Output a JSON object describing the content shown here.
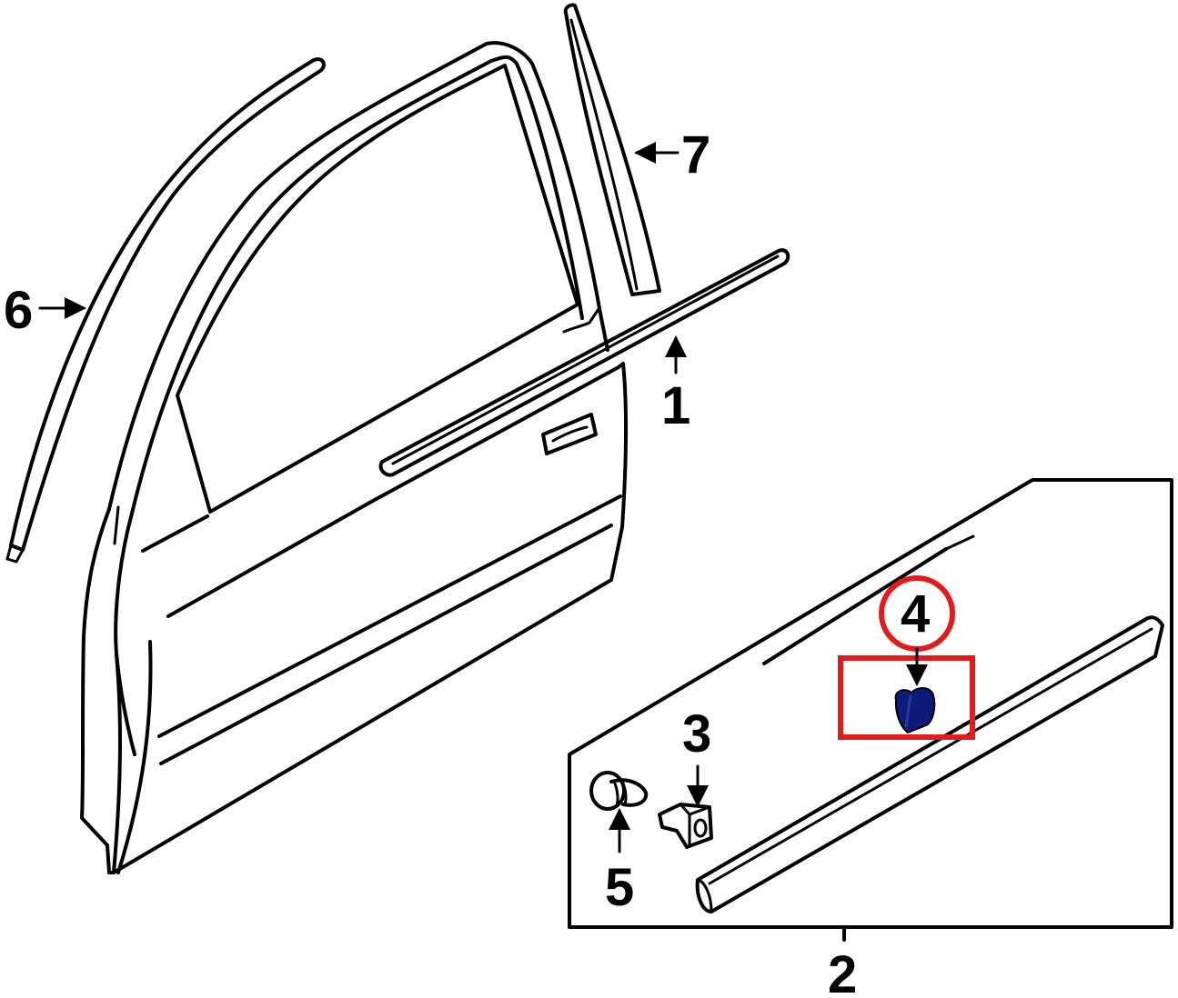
{
  "diagram": {
    "type": "exploded parts diagram",
    "subject": "front door moldings and weatherstrips",
    "callouts": [
      {
        "id": "1",
        "label": "1",
        "part": "belt molding (outer window strip)"
      },
      {
        "id": "2",
        "label": "2",
        "part": "body side molding assembly (inset box)"
      },
      {
        "id": "3",
        "label": "3",
        "part": "molding clip / retainer"
      },
      {
        "id": "4",
        "label": "4",
        "part": "molding clip (highlighted)",
        "highlighted": true
      },
      {
        "id": "5",
        "label": "5",
        "part": "screw / fastener"
      },
      {
        "id": "6",
        "label": "6",
        "part": "roof drip / door frame molding"
      },
      {
        "id": "7",
        "label": "7",
        "part": "door pillar applique (B-pillar trim)"
      }
    ],
    "highlight": {
      "target": "4",
      "circle_color": "#e41b1b",
      "box_color": "#e41b1b",
      "part_color": "#0d1a7a"
    }
  }
}
